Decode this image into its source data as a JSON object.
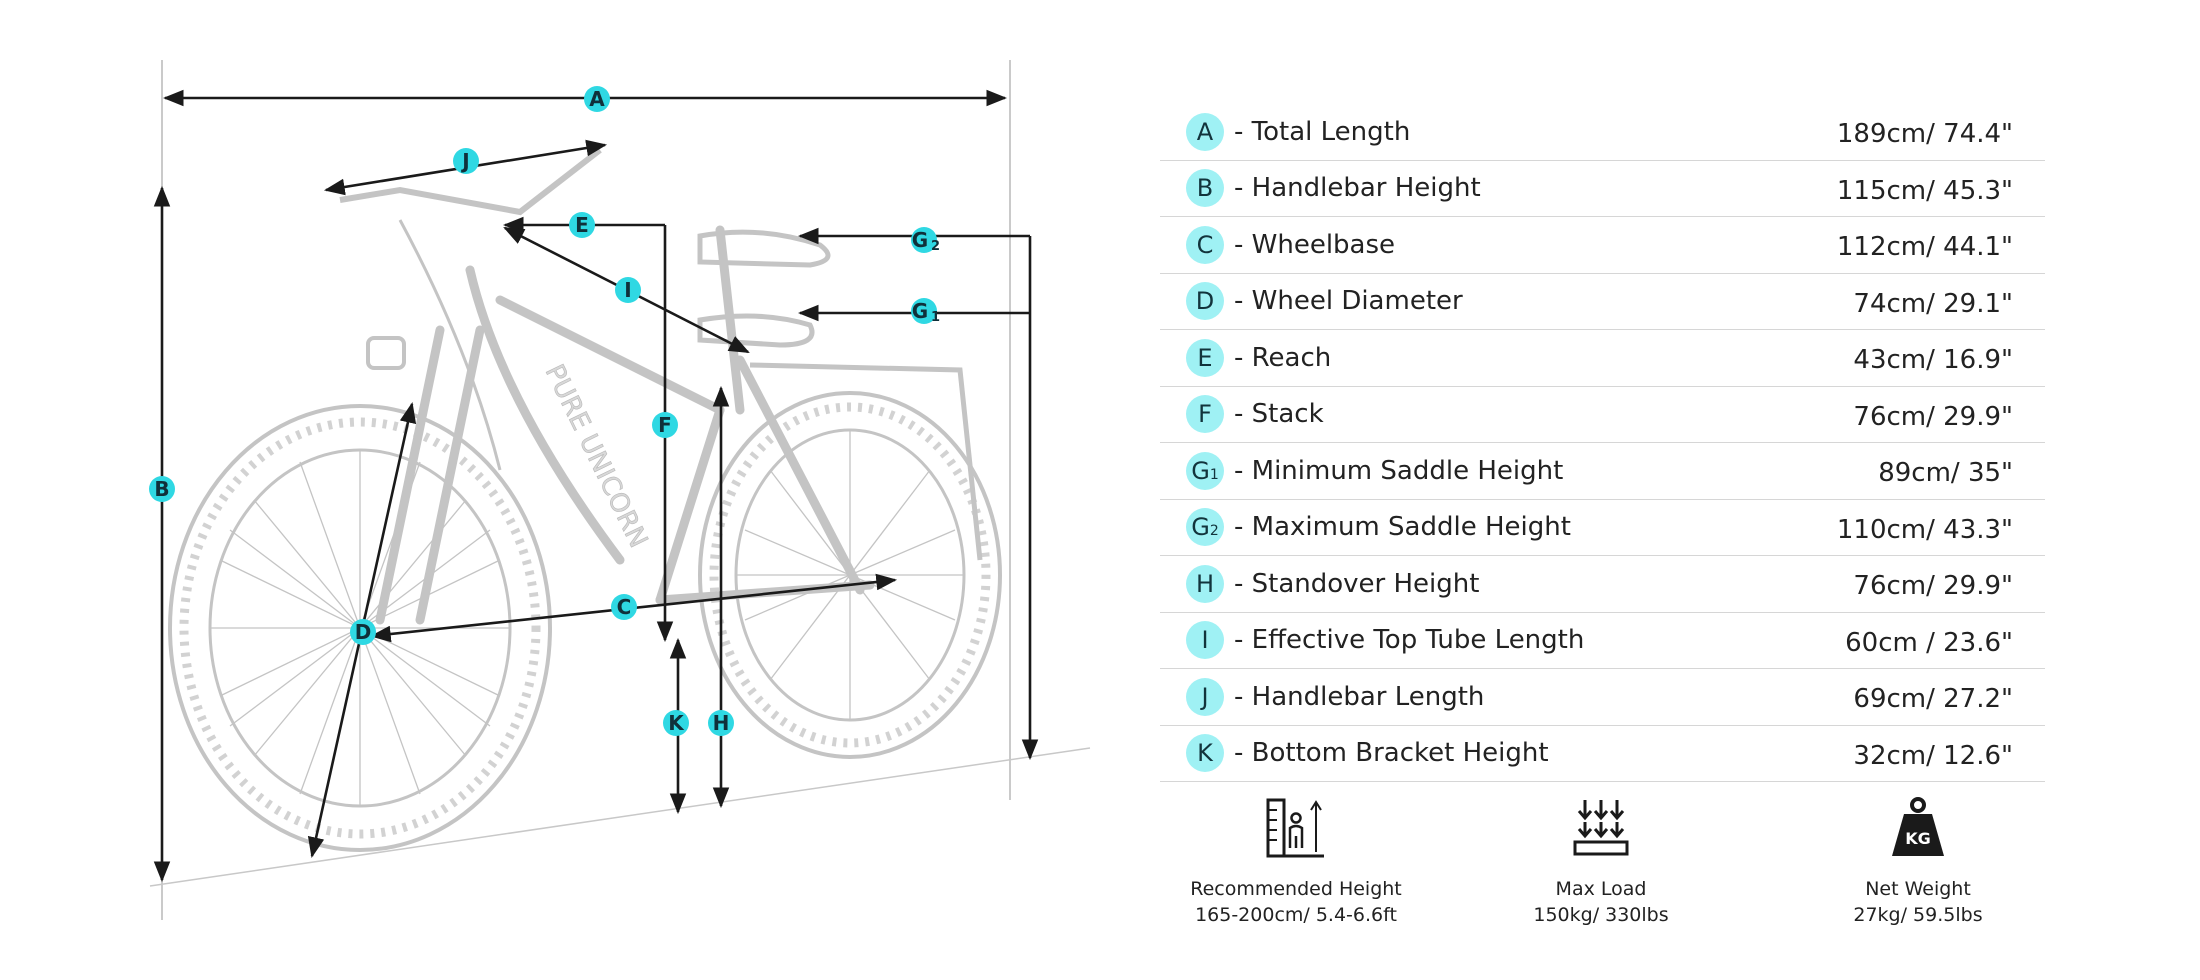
{
  "diagram": {
    "brand_text": "PURE UNICORN",
    "markers": [
      "A",
      "B",
      "C",
      "D",
      "E",
      "F",
      "G",
      "G",
      "H",
      "I",
      "J",
      "K"
    ],
    "marker_subs": {
      "G1": "1",
      "G2": "2"
    }
  },
  "specs": [
    {
      "letter": "A",
      "sub": "",
      "label": "- Total Length",
      "value": "189cm/ 74.4\""
    },
    {
      "letter": "B",
      "sub": "",
      "label": "- Handlebar Height",
      "value": "115cm/ 45.3\""
    },
    {
      "letter": "C",
      "sub": "",
      "label": "- Wheelbase",
      "value": "112cm/ 44.1\""
    },
    {
      "letter": "D",
      "sub": "",
      "label": "- Wheel Diameter",
      "value": "74cm/ 29.1\""
    },
    {
      "letter": "E",
      "sub": "",
      "label": "- Reach",
      "value": "43cm/ 16.9\""
    },
    {
      "letter": "F",
      "sub": "",
      "label": "- Stack",
      "value": "76cm/ 29.9\""
    },
    {
      "letter": "G",
      "sub": "1",
      "label": "- Minimum Saddle Height",
      "value": "89cm/ 35\""
    },
    {
      "letter": "G",
      "sub": "2",
      "label": "- Maximum Saddle Height",
      "value": "110cm/ 43.3\""
    },
    {
      "letter": "H",
      "sub": "",
      "label": "- Standover Height",
      "value": "76cm/ 29.9\""
    },
    {
      "letter": "I",
      "sub": "",
      "label": "- Effective Top Tube Length",
      "value": "60cm / 23.6\""
    },
    {
      "letter": "J",
      "sub": "",
      "label": "- Handlebar Length",
      "value": "69cm/ 27.2\""
    },
    {
      "letter": "K",
      "sub": "",
      "label": "- Bottom Bracket Height",
      "value": "32cm/ 12.6\""
    }
  ],
  "features": [
    {
      "icon": "height-chart-icon",
      "title": "Recommended Height",
      "value": "165-200cm/ 5.4-6.6ft"
    },
    {
      "icon": "load-icon",
      "title": "Max Load",
      "value": "150kg/ 330lbs"
    },
    {
      "icon": "weight-kg-icon",
      "title": "Net Weight",
      "value": "27kg/ 59.5lbs",
      "badge": "KG"
    }
  ],
  "colors": {
    "marker": "#9ff1f4",
    "dimension_line": "#1a1a1a",
    "bike_sketch": "#c4c4c4",
    "divider": "#d6d6d6"
  }
}
